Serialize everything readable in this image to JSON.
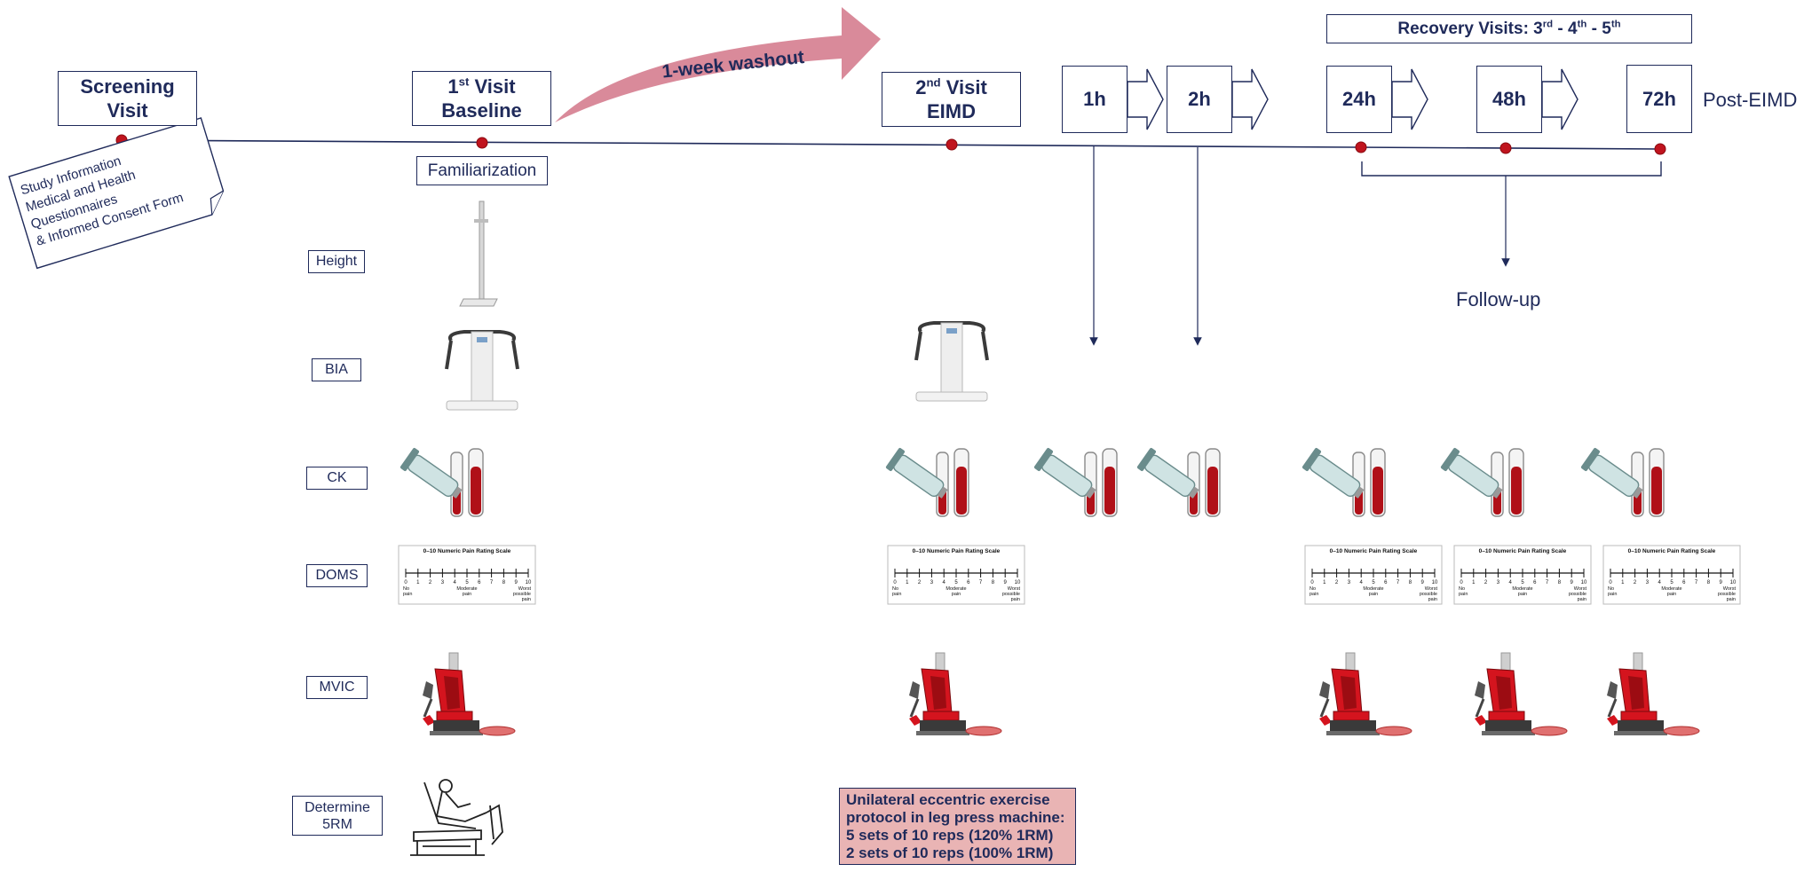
{
  "visits": {
    "screening": {
      "line1": "Screening",
      "line2": "Visit"
    },
    "first": {
      "num": "1",
      "sup": "st",
      "word": "Visit",
      "line2": "Baseline"
    },
    "second": {
      "num": "2",
      "sup": "nd",
      "word": "Visit",
      "line2": "EIMD"
    }
  },
  "washout": "1-week washout",
  "recovery": {
    "prefix": "Recovery  Visits: 3",
    "sup1": "rd",
    "mid1": " - 4",
    "sup2": "th",
    "mid2": " - 5",
    "sup3": "th"
  },
  "hours": [
    "1h",
    "2h",
    "24h",
    "48h",
    "72h"
  ],
  "post_label": "Post-EIMD",
  "followup": "Follow-up",
  "familiarization": "Familiarization",
  "screening_note": [
    "Study Information",
    "Medical and Health",
    "Questionnaires",
    "& Informed Consent Form"
  ],
  "measures": {
    "height": "Height",
    "bia": "BIA",
    "ck": "CK",
    "doms": "DOMS",
    "mvic": "MVIC",
    "rm_line1": "Determine",
    "rm_line2": "5RM"
  },
  "pain_scale": {
    "title": "0–10 Numeric Pain Rating Scale",
    "ticks": [
      "0",
      "1",
      "2",
      "3",
      "4",
      "5",
      "6",
      "7",
      "8",
      "9",
      "10"
    ],
    "left": [
      "No",
      "pain"
    ],
    "middle": [
      "Moderate",
      "pain"
    ],
    "right": [
      "Worst",
      "possible",
      "pain"
    ]
  },
  "protocol": [
    "Unilateral eccentric exercise",
    "protocol in leg press machine:",
    "5 sets of 10 reps (120% 1RM)",
    "2 sets of 10 reps (100% 1RM)"
  ],
  "colors": {
    "navy": "#1f2a5a",
    "dot": "#c0141e",
    "arrow": "#d98a9a",
    "protocol_bg": "#e9b4b4",
    "blood": "#b01018",
    "machine_red": "#d4141e"
  }
}
